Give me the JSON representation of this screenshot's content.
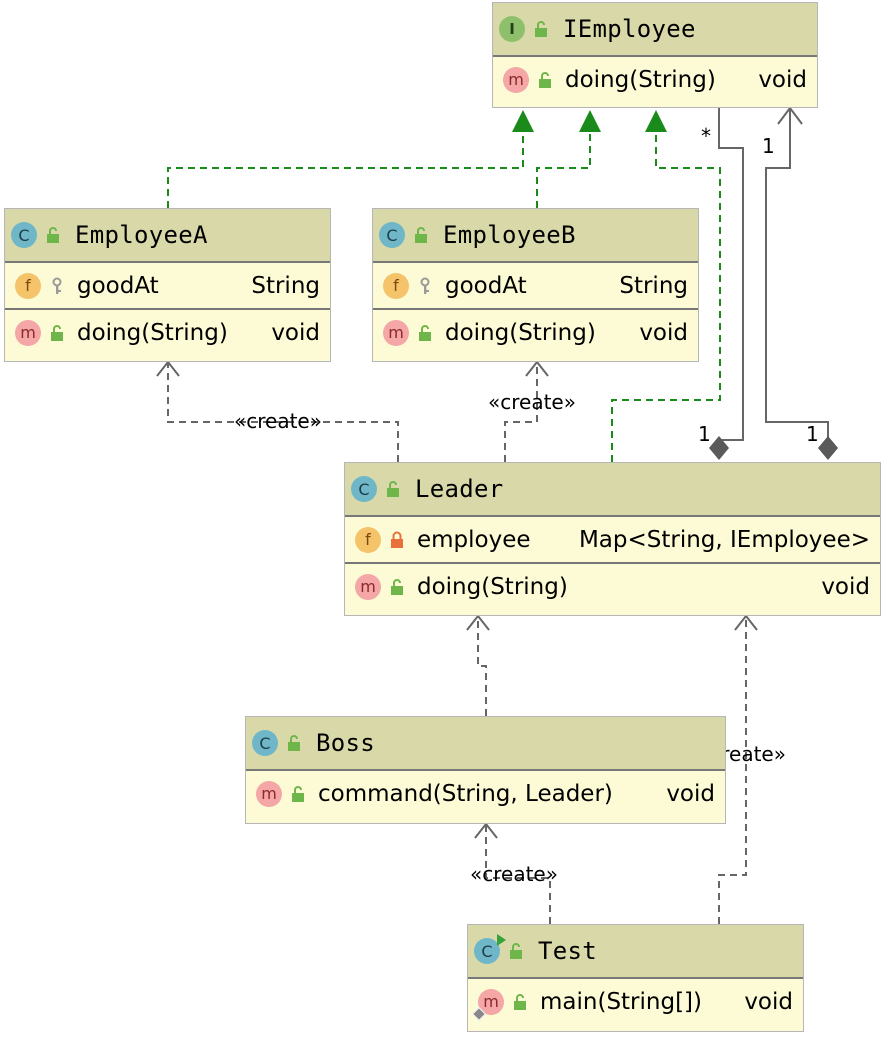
{
  "colors": {
    "class_header": "#d8d8a8",
    "class_body": "#fcfbd6",
    "realization": "#1a8a1a",
    "dependency": "#666666"
  },
  "classes": {
    "iemployee": {
      "kind": "interface",
      "kind_letter": "I",
      "name": "IEmployee",
      "methods": [
        {
          "name": "doing(String)",
          "type": "void"
        }
      ]
    },
    "employee_a": {
      "kind": "class",
      "kind_letter": "C",
      "name": "EmployeeA",
      "fields": [
        {
          "name": "goodAt",
          "type": "String",
          "visibility": "package"
        }
      ],
      "methods": [
        {
          "name": "doing(String)",
          "type": "void"
        }
      ]
    },
    "employee_b": {
      "kind": "class",
      "kind_letter": "C",
      "name": "EmployeeB",
      "fields": [
        {
          "name": "goodAt",
          "type": "String",
          "visibility": "package"
        }
      ],
      "methods": [
        {
          "name": "doing(String)",
          "type": "void"
        }
      ]
    },
    "leader": {
      "kind": "class",
      "kind_letter": "C",
      "name": "Leader",
      "fields": [
        {
          "name": "employee",
          "type": "Map<String, IEmployee>",
          "visibility": "private"
        }
      ],
      "methods": [
        {
          "name": "doing(String)",
          "type": "void"
        }
      ]
    },
    "boss": {
      "kind": "class",
      "kind_letter": "C",
      "name": "Boss",
      "methods": [
        {
          "name": "command(String, Leader)",
          "type": "void"
        }
      ]
    },
    "test": {
      "kind": "class",
      "kind_letter": "C",
      "name": "Test",
      "methods": [
        {
          "name": "main(String[])",
          "type": "void"
        }
      ]
    }
  },
  "badges": {
    "field": "f",
    "method": "m"
  },
  "relations": {
    "create_label": "«create»",
    "multiplicity_star": "*",
    "multiplicity_one": "1"
  }
}
